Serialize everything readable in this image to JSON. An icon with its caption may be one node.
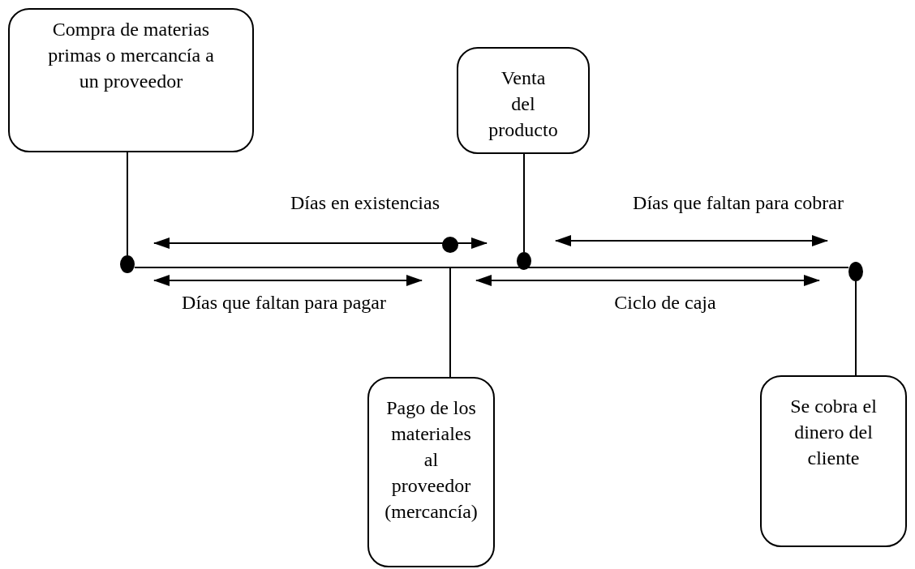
{
  "diagram": {
    "nodes": [
      {
        "text": [
          "Compra de materias primas o mercancía a un proveedor"
        ]
      },
      {
        "text": [
          "Venta del producto"
        ]
      },
      {
        "text": [
          "Pago de los materiales al proveedor (mercancía)"
        ]
      },
      {
        "text": [
          "Se cobra el dinero del cliente"
        ]
      },
      {
        "text": [],
        "shape": "circle"
      },
      {
        "text": [],
        "shape": "circle"
      },
      {
        "text": [],
        "shape": "circle"
      },
      {
        "text": [],
        "shape": "circle"
      }
    ],
    "edges": [
      {
        "from": 0,
        "to": 4,
        "arrow": "none"
      },
      {
        "from": 1,
        "to": 6,
        "arrow": "none"
      },
      {
        "from": 2,
        "to": null,
        "arrow": "none"
      },
      {
        "from": 3,
        "to": 7,
        "arrow": "none"
      },
      {
        "from": 4,
        "to": 7,
        "arrow": "none"
      }
    ],
    "labels": [
      "Días en existencias",
      "Días que faltan para cobrar",
      "Días que faltan para pagar",
      "Ciclo de caja"
    ]
  }
}
